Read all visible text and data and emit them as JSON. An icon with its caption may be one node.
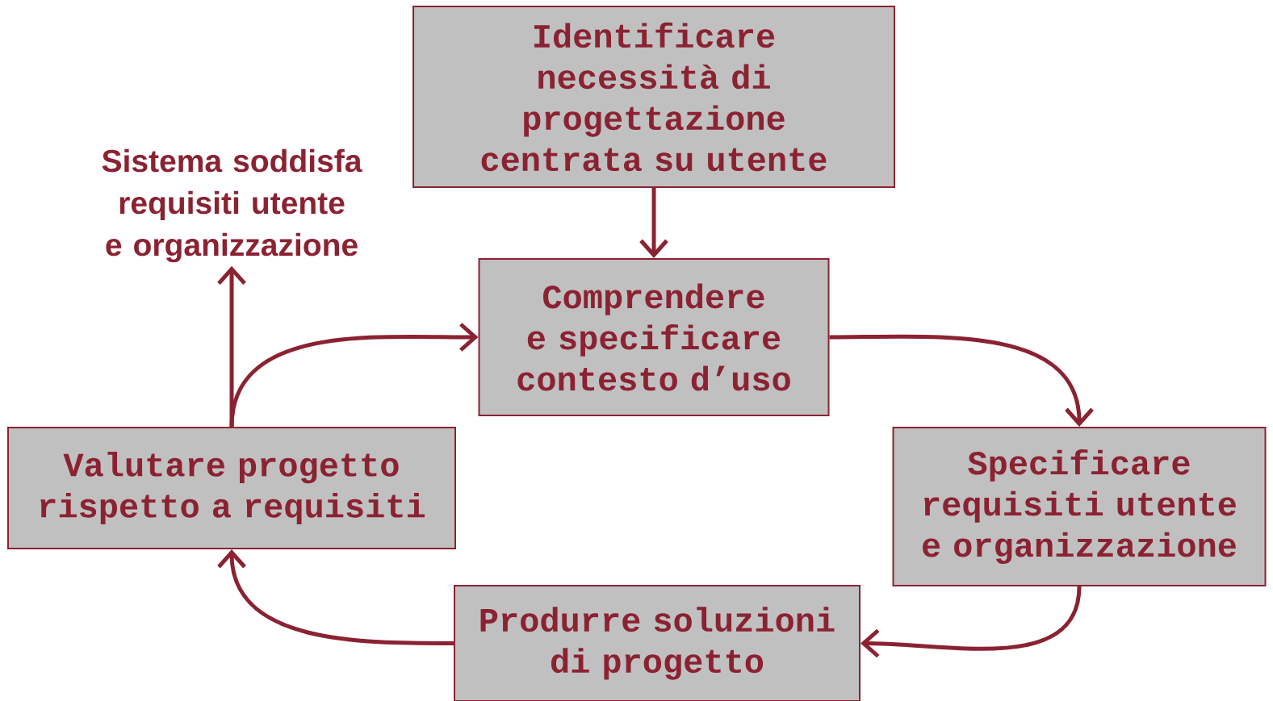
{
  "diagram": {
    "nodes": [
      {
        "text": [
          "Identificare necessità di progettazione centrata su utente"
        ]
      },
      {
        "text": [
          "Comprendere e specificare contesto d’uso"
        ]
      },
      {
        "text": [
          "Specificare requisiti utente e organizzazione"
        ]
      },
      {
        "text": [
          "Produrre soluzioni di progetto"
        ]
      },
      {
        "text": [
          "Valutare progetto rispetto a requisiti"
        ]
      },
      {
        "text": [
          "Sistema soddisfa requisiti utente e organizzazione"
        ]
      }
    ],
    "edges": [
      {
        "from": 0,
        "to": 1,
        "arrow": "to"
      },
      {
        "from": 1,
        "to": 2,
        "arrow": "to"
      },
      {
        "from": 2,
        "to": 3,
        "arrow": "to"
      },
      {
        "from": 3,
        "to": 4,
        "arrow": "to"
      },
      {
        "from": 4,
        "to": 1,
        "arrow": "to"
      },
      {
        "from": 4,
        "to": 5,
        "arrow": "to"
      }
    ]
  }
}
